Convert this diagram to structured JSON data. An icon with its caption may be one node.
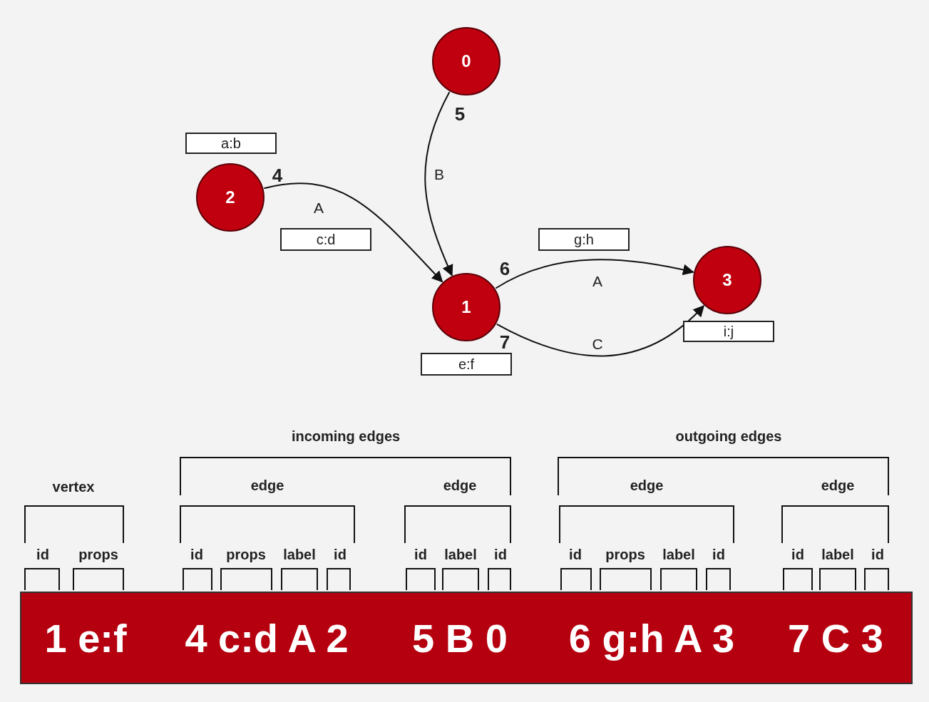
{
  "diagram": {
    "nodes": [
      {
        "text": [
          "0"
        ]
      },
      {
        "text": [
          "a:b"
        ]
      },
      {
        "text": [
          "2"
        ]
      },
      {
        "text": [
          "c:d"
        ]
      },
      {
        "text": [
          "1"
        ]
      },
      {
        "text": [
          "g:h"
        ]
      },
      {
        "text": [
          "3"
        ]
      },
      {
        "text": [
          "i:j"
        ]
      },
      {
        "text": [
          "e:f"
        ]
      },
      {
        "text": [
          "1 e:f",
          "4 c:d A 2",
          "5 B 0",
          "6 g:h A 3",
          "7 C 3"
        ]
      }
    ],
    "edges": [
      {
        "from": 0,
        "to": 4,
        "arrow": "to",
        "label": "B"
      },
      {
        "from": 2,
        "to": 4,
        "arrow": "to",
        "label": "A"
      },
      {
        "from": 4,
        "to": 6,
        "arrow": "to",
        "label": "A"
      },
      {
        "from": 4,
        "to": 6,
        "arrow": "to",
        "label": "C"
      }
    ],
    "labels": [
      "5",
      "4",
      "6",
      "7",
      "incoming edges",
      "outgoing edges",
      "vertex",
      "edge",
      "edge",
      "edge",
      "edge",
      "id",
      "props",
      "id",
      "props",
      "label",
      "id",
      "id",
      "label",
      "id",
      "id",
      "props",
      "label",
      "id",
      "id",
      "label",
      "id"
    ]
  }
}
